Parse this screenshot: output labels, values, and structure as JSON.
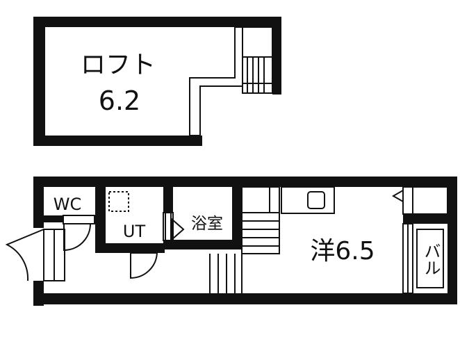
{
  "floor_plan": {
    "loft": {
      "name": "ロフト",
      "size": "6.2"
    },
    "rooms": {
      "wc": "WC",
      "ut": "UT",
      "bath": "浴室",
      "western": "洋6.5",
      "balcony": "バル"
    }
  },
  "colors": {
    "wall": "#111111",
    "background": "#ffffff"
  }
}
